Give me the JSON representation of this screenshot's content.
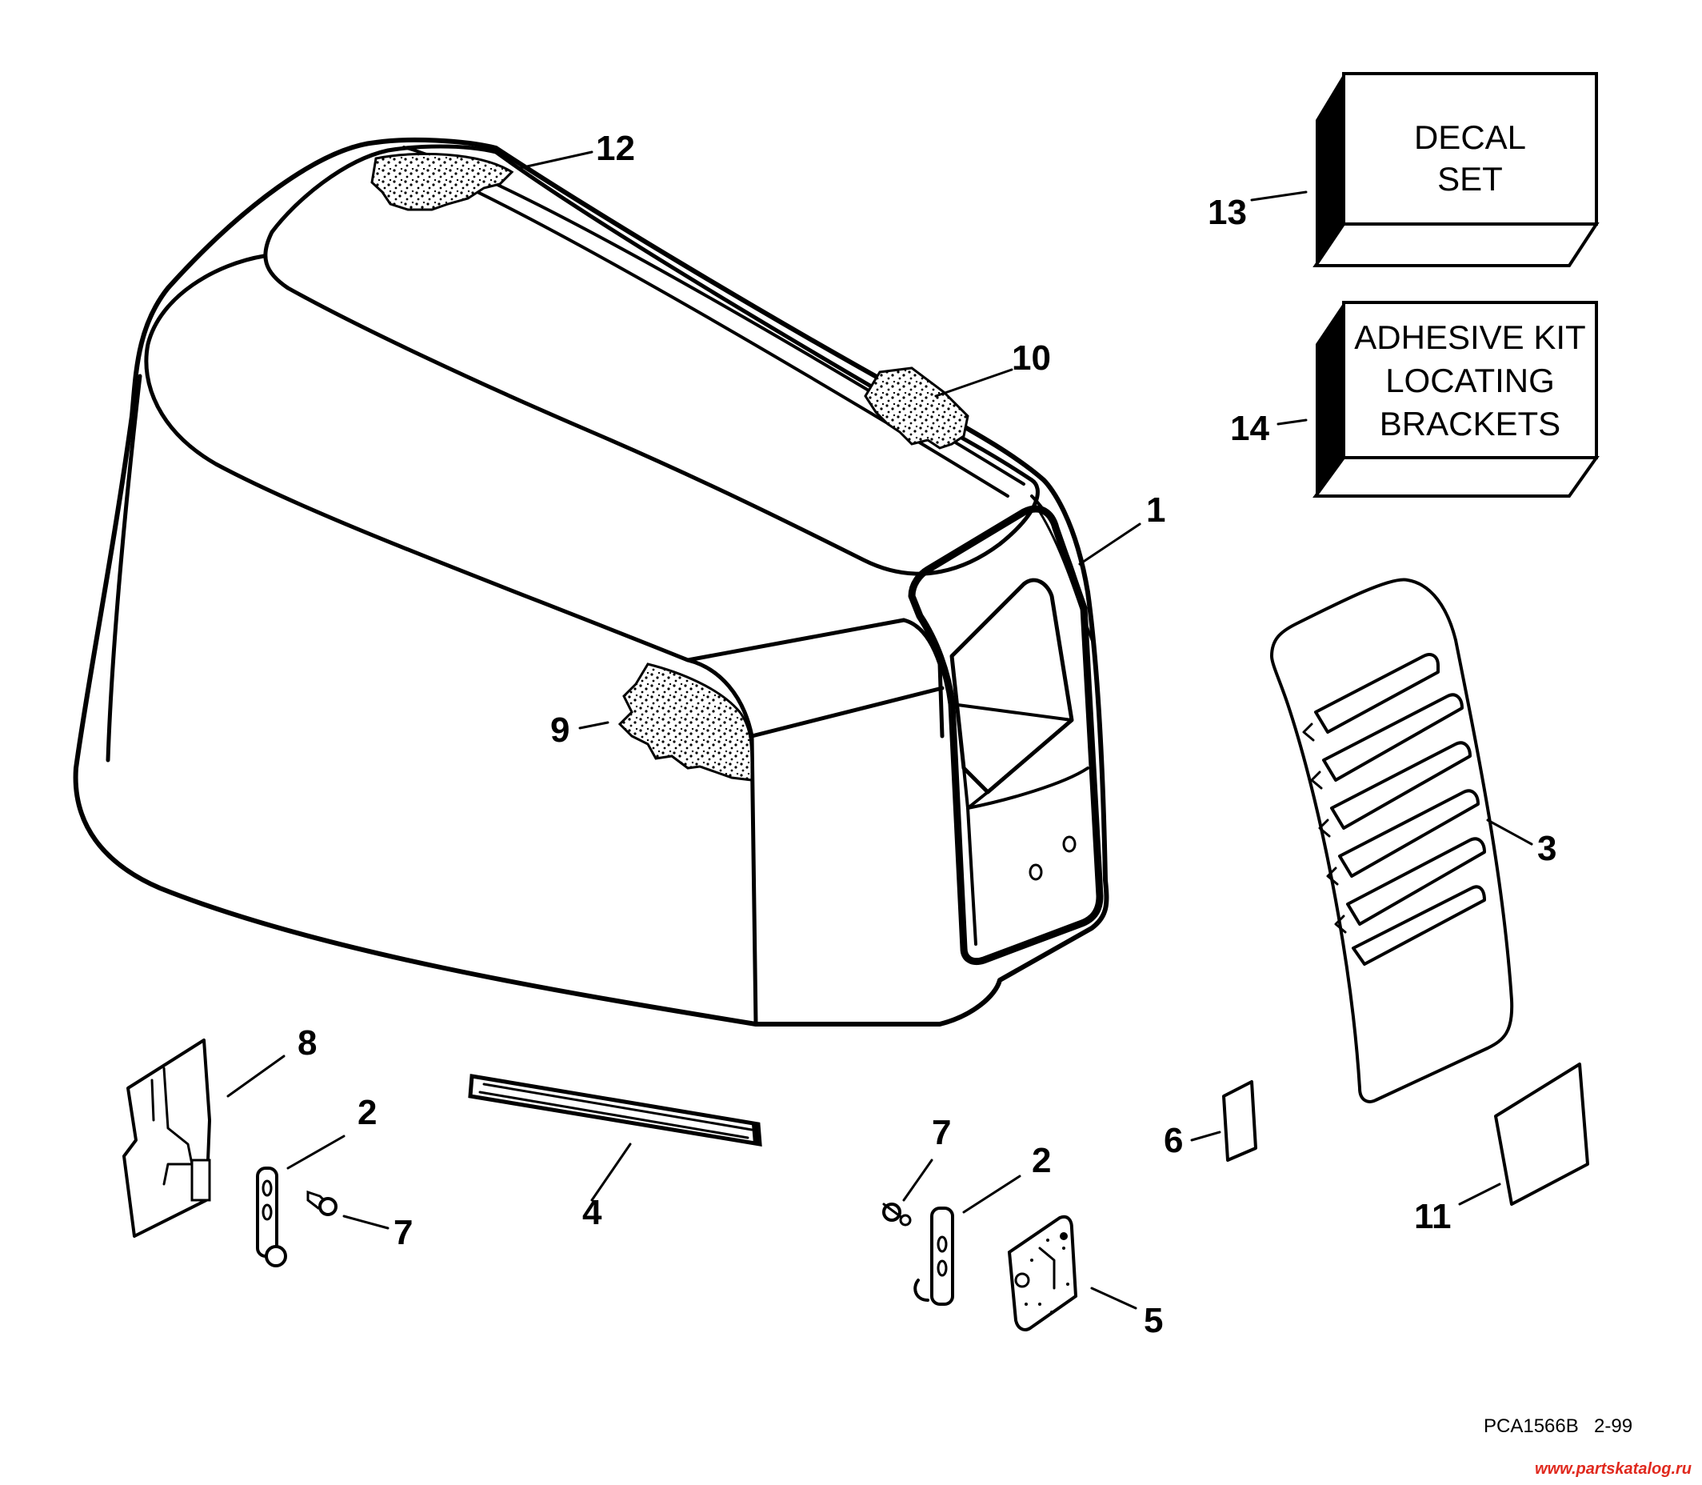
{
  "callouts": {
    "n1": "1",
    "n2a": "2",
    "n2b": "2",
    "n3": "3",
    "n4": "4",
    "n5": "5",
    "n6": "6",
    "n7a": "7",
    "n7b": "7",
    "n8": "8",
    "n9": "9",
    "n10": "10",
    "n11": "11",
    "n12": "12",
    "n13": "13",
    "n14": "14"
  },
  "boxes": {
    "decal": {
      "line1": "DECAL",
      "line2": "SET"
    },
    "adhesive": {
      "line1": "ADHESIVE KIT",
      "line2": "LOCATING",
      "line3": "BRACKETS"
    }
  },
  "footer": {
    "code": "PCA1566B",
    "date": "2-99",
    "watermark": "www.partskatalog.ru"
  },
  "colors": {
    "ink": "#000000",
    "watermark": "#e0291e",
    "background": "#ffffff"
  }
}
